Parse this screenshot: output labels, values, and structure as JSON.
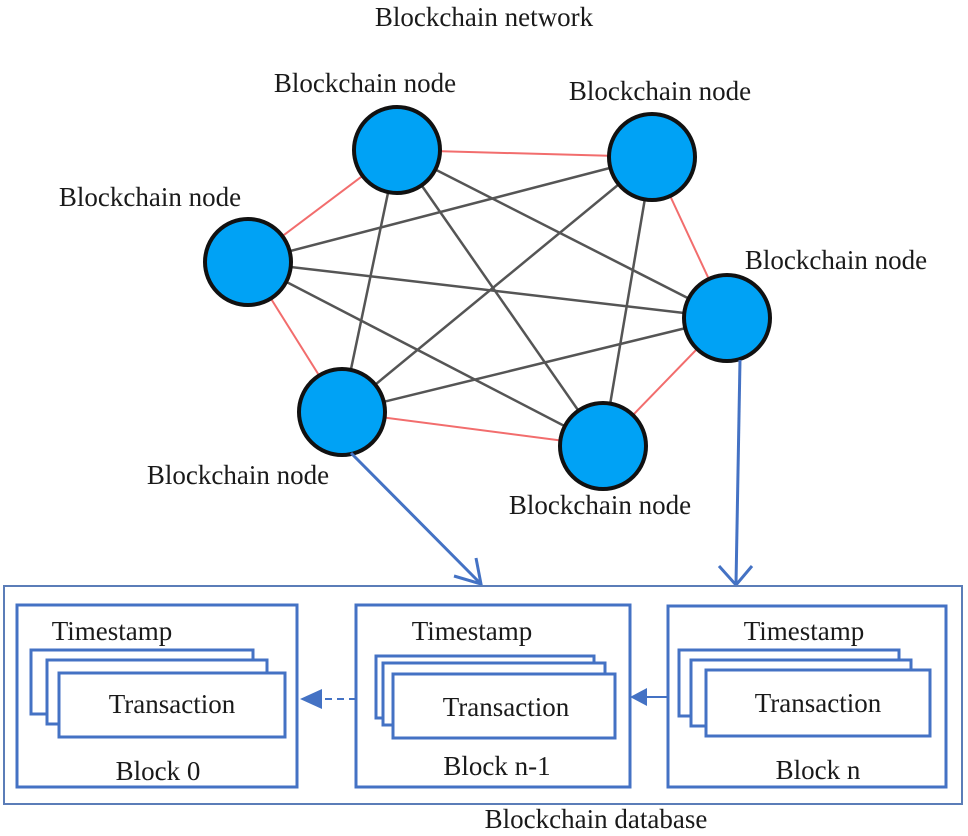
{
  "title": "Blockchain network",
  "node_label": "Blockchain node",
  "nodes": [
    {
      "id": "n1",
      "label": "Blockchain node"
    },
    {
      "id": "n2",
      "label": "Blockchain node"
    },
    {
      "id": "n3",
      "label": "Blockchain node"
    },
    {
      "id": "n4",
      "label": "Blockchain node"
    },
    {
      "id": "n5",
      "label": "Blockchain node"
    },
    {
      "id": "n6",
      "label": "Blockchain node"
    }
  ],
  "ring_edges": [
    [
      "n1",
      "n2"
    ],
    [
      "n2",
      "n4"
    ],
    [
      "n4",
      "n6"
    ],
    [
      "n6",
      "n5"
    ],
    [
      "n5",
      "n3"
    ],
    [
      "n3",
      "n1"
    ]
  ],
  "cross_edges": [
    [
      "n1",
      "n5"
    ],
    [
      "n1",
      "n6"
    ],
    [
      "n1",
      "n4"
    ],
    [
      "n2",
      "n3"
    ],
    [
      "n2",
      "n5"
    ],
    [
      "n2",
      "n6"
    ],
    [
      "n3",
      "n4"
    ],
    [
      "n3",
      "n6"
    ],
    [
      "n4",
      "n5"
    ]
  ],
  "database": {
    "label": "Blockchain database",
    "blocks": [
      {
        "name": "Block 0",
        "timestamp": "Timestamp",
        "transaction": "Transaction"
      },
      {
        "name": "Block n-1",
        "timestamp": "Timestamp",
        "transaction": "Transaction"
      },
      {
        "name": "Block n",
        "timestamp": "Timestamp",
        "transaction": "Transaction"
      }
    ],
    "links": [
      {
        "from": "Block n",
        "to": "Block n-1",
        "style": "solid"
      },
      {
        "from": "Block n-1",
        "to": "Block 0",
        "style": "dashed"
      }
    ]
  },
  "arrows_to_database": [
    {
      "from": "n5",
      "to": "Block n-1"
    },
    {
      "from": "n4",
      "to": "Block n"
    }
  ],
  "colors": {
    "node_fill": "#00a2f5",
    "node_stroke": "#111111",
    "ring_edge": "#f26d6d",
    "cross_edge": "#555555",
    "block_stroke": "#4472c4",
    "db_stroke": "#5b7db8"
  }
}
